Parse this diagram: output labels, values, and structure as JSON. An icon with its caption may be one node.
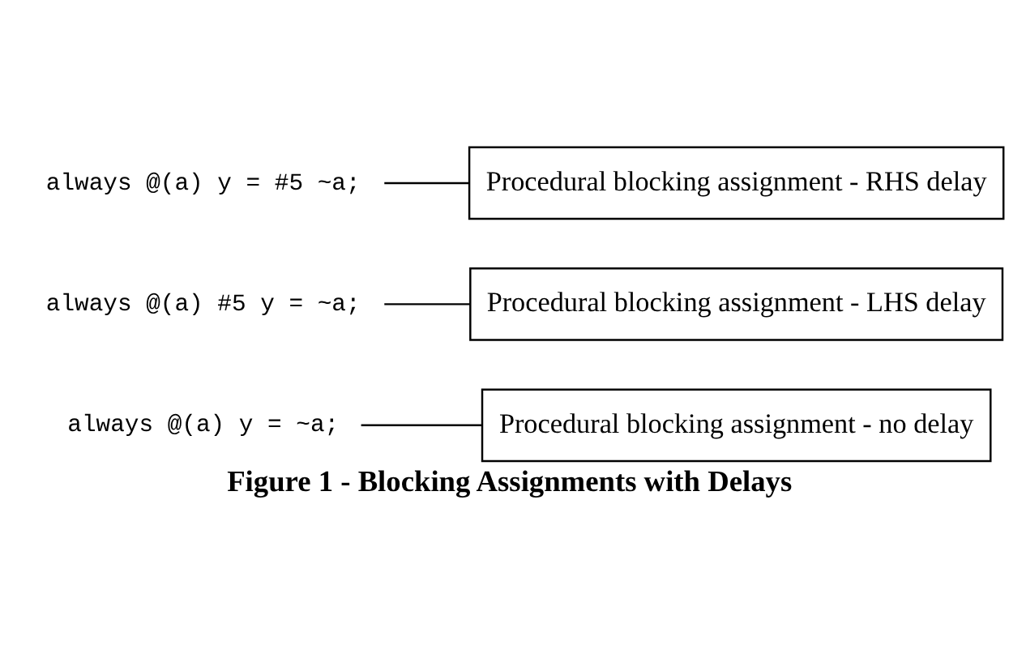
{
  "diagram": {
    "caption": "Figure 1 - Blocking Assignments with Delays",
    "nodes": [
      {
        "text": [
          "always @(a) y = ~a;"
        ]
      },
      {
        "text": [
          "Procedural blocking assignment - no delay"
        ]
      },
      {
        "text": [
          "always @(a) #5 y = ~a;"
        ]
      },
      {
        "text": [
          "Procedural blocking assignment - LHS delay"
        ]
      },
      {
        "text": [
          "always @(a) y = #5 ~a;"
        ]
      },
      {
        "text": [
          "Procedural blocking assignment - RHS delay"
        ]
      }
    ],
    "edges": [
      {
        "from": 0,
        "to": 1,
        "arrow": "none"
      },
      {
        "from": 2,
        "to": 3,
        "arrow": "none"
      },
      {
        "from": 4,
        "to": 5,
        "arrow": "none"
      }
    ]
  }
}
